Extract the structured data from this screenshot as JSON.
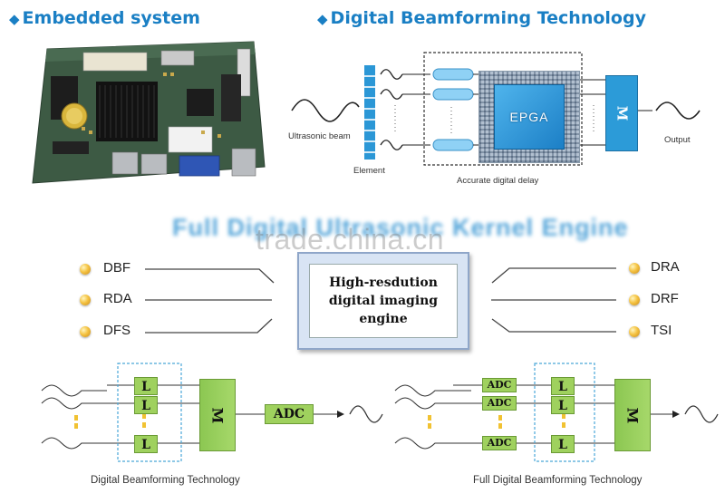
{
  "headings": {
    "left": "Embedded system",
    "right": "Digital Beamforming Technology"
  },
  "beamforming": {
    "ultrasonic_beam": "Ultrasonic beam",
    "element": "Element",
    "accurate_delay": "Accurate digital delay",
    "output": "Output",
    "chip_label": "EPGA",
    "mux_label": "M"
  },
  "engine": {
    "title": "Full Digital Ultrasonic Kernel Engine",
    "box_text": "High-resdution\ndigital imaging\nengine",
    "left_items": [
      "DBF",
      "RDA",
      "DFS"
    ],
    "right_items": [
      "DRA",
      "DRF",
      "TSI"
    ]
  },
  "watermark": "trade.china.cn",
  "bottom_left": {
    "delay_label": "L",
    "mux_label": "M",
    "adc_label": "ADC",
    "caption": "Digital Beamforming Technology"
  },
  "bottom_right": {
    "adc_label": "ADC",
    "delay_label": "L",
    "mux_label": "M",
    "caption": "Full Digital Beamforming Technology"
  },
  "colors": {
    "heading": "#1a7fc4",
    "green_block": "#9fd15e",
    "blue_block": "#2c9bd8"
  }
}
